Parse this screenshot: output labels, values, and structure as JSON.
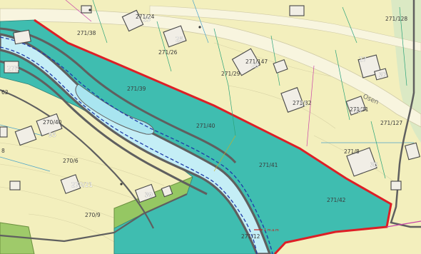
{
  "map": {
    "colors": {
      "land": "#f3efbd",
      "water_zone": "#3fbdb0",
      "river": "#c4eef6",
      "zone_border": "#dd1f26",
      "road": "#f7f4de",
      "green_patch": "#9fca6a",
      "river_bank": "#5f5f5f",
      "stream_line": "#1e3aa8"
    },
    "parcel_labels": [
      "271/24",
      "271/128",
      "271/38",
      "271/26",
      "271/147",
      "271/29",
      "271/39",
      "271/32",
      "271/31",
      "271/127",
      "271/40",
      "271/8",
      "271/41",
      "270/6",
      "271/42",
      "270/9",
      "271/12",
      "270/40"
    ],
    "address_numbers": [
      "25",
      "27",
      "29",
      "31",
      "33",
      "35",
      "37",
      "39",
      "23",
      "95",
      "27B",
      "270/21"
    ],
    "road_label": "Osen",
    "partial_edge_labels": [
      "62",
      "8"
    ],
    "marker_text": "1 m.a.m"
  }
}
